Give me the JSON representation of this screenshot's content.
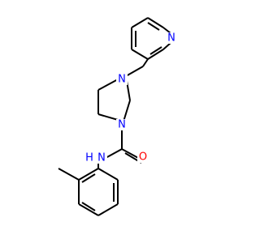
{
  "molecule": {
    "atoms": [
      {
        "id": "N_pyridine",
        "symbol": "N",
        "color": "#0000FF"
      },
      {
        "id": "N_piperazine_top",
        "symbol": "N",
        "color": "#0000FF"
      },
      {
        "id": "N_piperazine_bottom",
        "symbol": "N",
        "color": "#0000FF"
      },
      {
        "id": "N_amide",
        "symbol": "N",
        "color": "#0000FF"
      },
      {
        "id": "H_amide",
        "symbol": "H",
        "color": "#0000FF"
      },
      {
        "id": "O_carbonyl",
        "symbol": "O",
        "color": "#FF0000"
      }
    ],
    "bond_color": "#000000",
    "background": "#FFFFFF"
  }
}
